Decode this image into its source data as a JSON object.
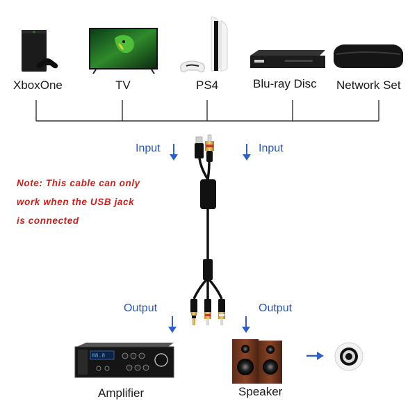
{
  "devices": {
    "xbox": "XboxOne",
    "tv": "TV",
    "ps4": "PS4",
    "bluray": "Blu-ray Disc",
    "network": "Network Set"
  },
  "flow": {
    "input_left": "Input",
    "input_right": "Input",
    "output_left": "Output",
    "output_right": "Output"
  },
  "note": {
    "line1": "Note: This cable can only",
    "line2": "work when the USB jack",
    "line3": "is connected"
  },
  "outputs": {
    "amplifier": "Amplifier",
    "speaker": "Speaker"
  },
  "colors": {
    "flow_text": "#2457b5",
    "arrow": "#2f5fc4",
    "note": "#c8201c",
    "tree_line": "#333333"
  },
  "icons": {
    "arrow": "down-arrow-icon",
    "right_arrow": "right-arrow-icon"
  }
}
